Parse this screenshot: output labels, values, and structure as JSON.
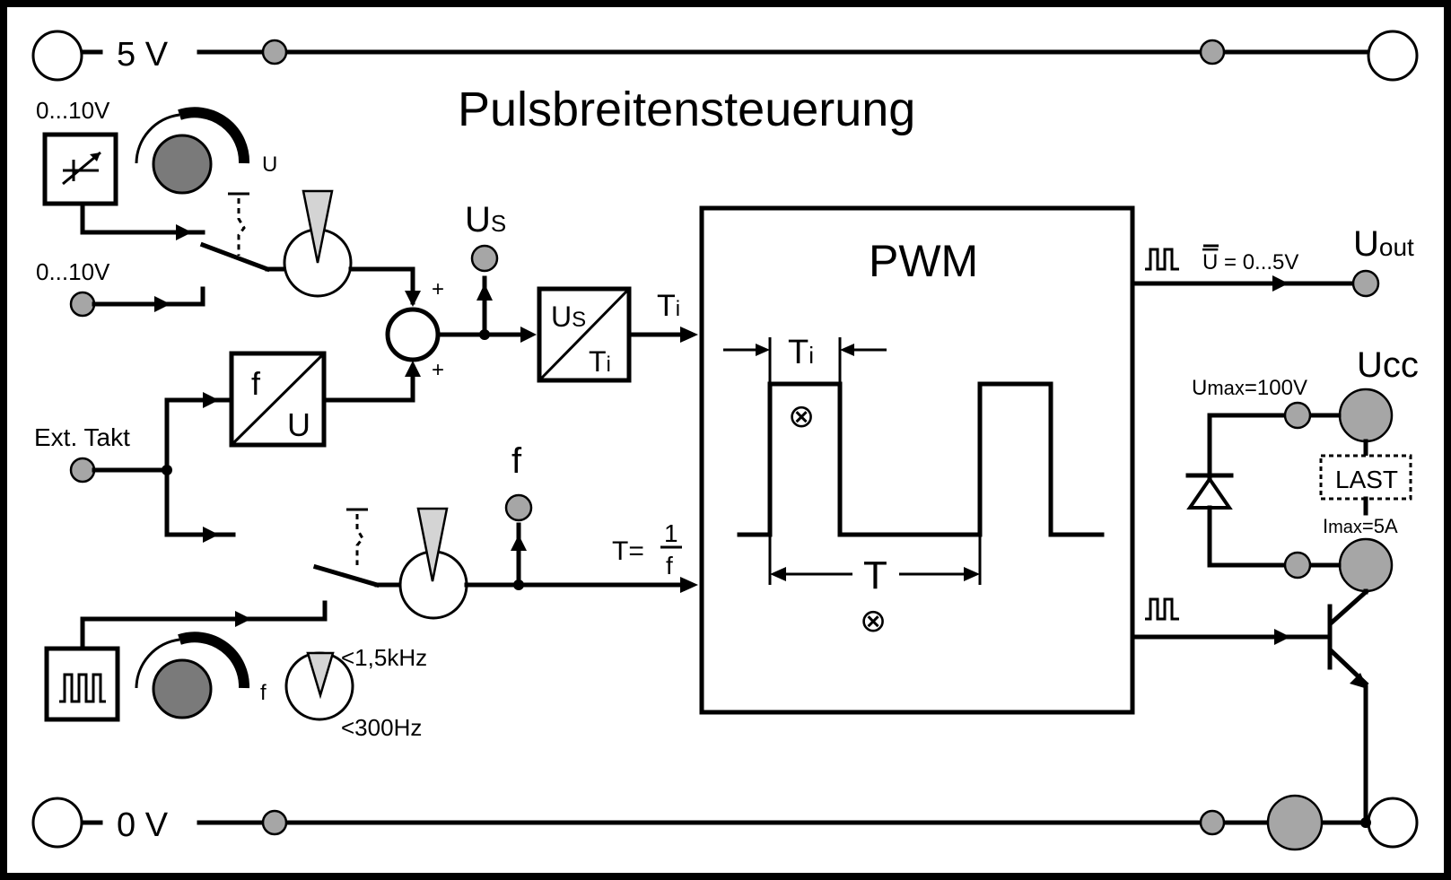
{
  "title": "Pulsbreitensteuerung",
  "rails": {
    "top": "5 V",
    "bottom": "0 V"
  },
  "inputs": {
    "voltage_range_1": "0...10V",
    "voltage_range_2": "0...10V",
    "ext_takt": "Ext. Takt",
    "knob_u": "U",
    "knob_f": "f"
  },
  "signals": {
    "us_main": "U",
    "us_sub": "S",
    "f": "f",
    "ti_main": "T",
    "ti_sub": "i",
    "t_eq": "T=",
    "t_num": "1",
    "t_den": "f",
    "plus_top": "+",
    "plus_bottom": "+"
  },
  "blocks": {
    "fu_top": "f",
    "fu_bottom": "U",
    "usti_top": "U",
    "usti_top_sub": "S",
    "usti_bottom": "T",
    "usti_bottom_sub": "i"
  },
  "range_switch": {
    "high": "<1,5kHz",
    "low": "<300Hz"
  },
  "pwm": {
    "title": "PWM",
    "ti_label": "T",
    "ti_sub": "i",
    "period_label": "T",
    "adjust_symbol": "⊗"
  },
  "outputs": {
    "mean_label": "U",
    "mean_value": " = 0...5V",
    "uout": "U",
    "uout_sub": "out",
    "ucc": "Ucc",
    "umax": "U",
    "umax_sub": "max",
    "umax_value": "=100V",
    "imax": "I",
    "imax_sub": "max",
    "imax_value": "=5A",
    "last": "LAST"
  },
  "colors": {
    "jack": "#a6a6a6",
    "knob": "#7a7a7a",
    "pointer": "#d4d4d4",
    "line": "#000000"
  }
}
